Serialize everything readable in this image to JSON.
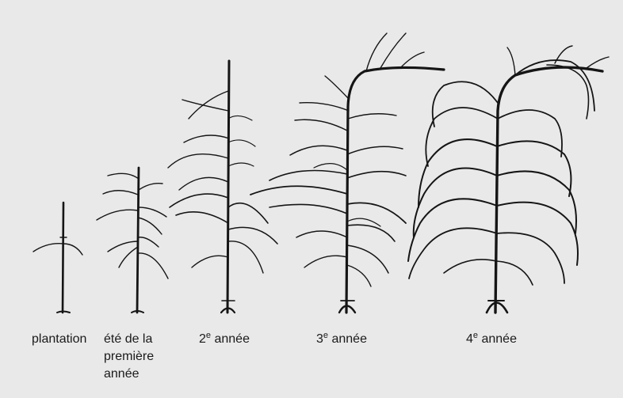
{
  "stages": [
    {
      "id": "plantation",
      "lines": [
        "plantation"
      ]
    },
    {
      "id": "ete",
      "lines": [
        "été de la",
        "première",
        "année"
      ]
    },
    {
      "id": "annee2",
      "number": "2",
      "sup": "e",
      "label": "année"
    },
    {
      "id": "annee3",
      "number": "3",
      "sup": "e",
      "label": "année"
    },
    {
      "id": "annee4",
      "number": "4",
      "sup": "e",
      "label": "année"
    }
  ],
  "colors": {
    "background": "#e9e9e9",
    "ink": "#151515"
  }
}
